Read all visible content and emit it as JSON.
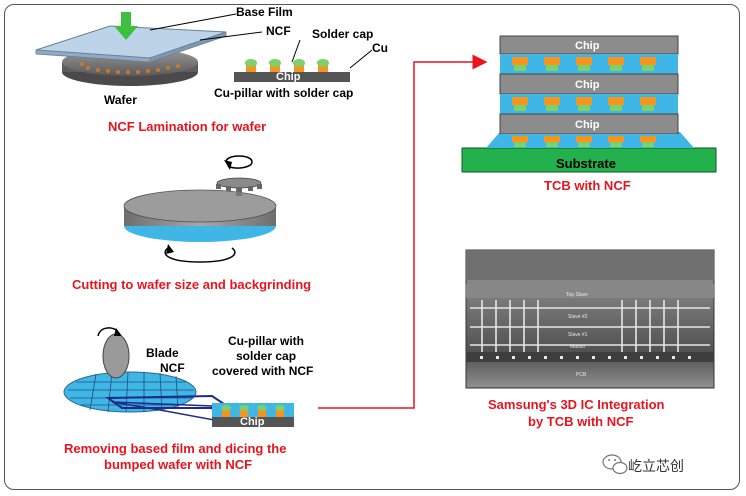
{
  "labels": {
    "base_film": "Base Film",
    "ncf": "NCF",
    "solder_cap": "Solder cap",
    "cu": "Cu",
    "chip": "Chip",
    "wafer": "Wafer",
    "cu_pillar": "Cu-pillar with solder cap",
    "blade": "Blade",
    "ncf2": "NCF",
    "pillar_ncf_line1": "Cu-pillar with",
    "pillar_ncf_line2": "solder cap",
    "pillar_ncf_line3": "covered with NCF",
    "chip_bottom": "Chip",
    "stack_chip1": "Chip",
    "stack_chip2": "Chip",
    "stack_chip3": "Chip",
    "substrate": "Substrate"
  },
  "captions": {
    "step1": "NCF Lamination for wafer",
    "step2": "Cutting to wafer size and backgrinding",
    "step3_line1": "Removing based film and dicing the",
    "step3_line2": "bumped wafer with NCF",
    "tcb": "TCB with NCF",
    "samsung_line1": "Samsung's 3D IC Integration",
    "samsung_line2": "by TCB with NCF"
  },
  "micrograph": {
    "top": "Top Slave",
    "slave2": "Slave #2",
    "slave1": "Slave #1",
    "master": "Master",
    "pcb": "PCB"
  },
  "watermark": "屹立芯创",
  "colors": {
    "caption_red": "#e8141e",
    "substrate_green": "#22b14c",
    "chip_gray": "#8c8c8c",
    "ncf_blue": "#3fb6e6",
    "pillar_orange": "#f7941d",
    "solder_green": "#7dd06a"
  }
}
